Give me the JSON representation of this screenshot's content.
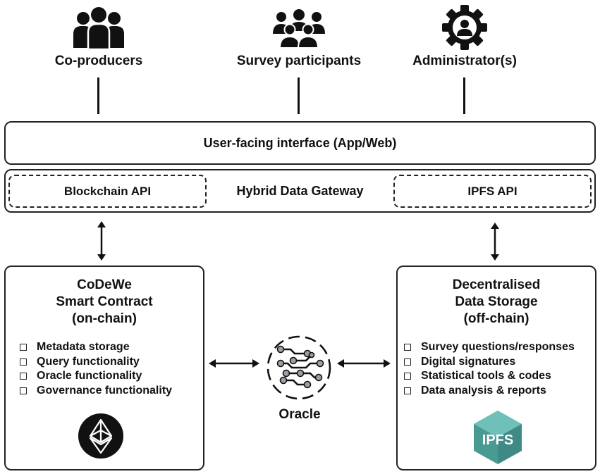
{
  "actors": [
    {
      "label": "Co-producers",
      "icon": "group-icon"
    },
    {
      "label": "Survey participants",
      "icon": "crowd-icon"
    },
    {
      "label": "Administrator(s)",
      "icon": "admin-gear-icon"
    }
  ],
  "interface": {
    "label": "User-facing interface (App/Web)"
  },
  "gateway": {
    "label": "Hybrid Data Gateway",
    "blockchain_api": "Blockchain API",
    "ipfs_api": "IPFS API"
  },
  "smart_contract": {
    "title_line1": "CoDeWe",
    "title_line2": "Smart Contract",
    "title_line3": "(on-chain)",
    "items": [
      "Metadata storage",
      "Query functionality",
      "Oracle functionality",
      "Governance functionality"
    ],
    "logo": "ethereum-icon"
  },
  "storage": {
    "title_line1": "Decentralised",
    "title_line2": "Data Storage",
    "title_line3": "(off-chain)",
    "items": [
      "Survey questions/responses",
      "Digital signatures",
      "Statistical tools & codes",
      "Data analysis & reports"
    ],
    "logo_text": "IPFS"
  },
  "oracle": {
    "label": "Oracle",
    "icon": "circuit-icon"
  }
}
